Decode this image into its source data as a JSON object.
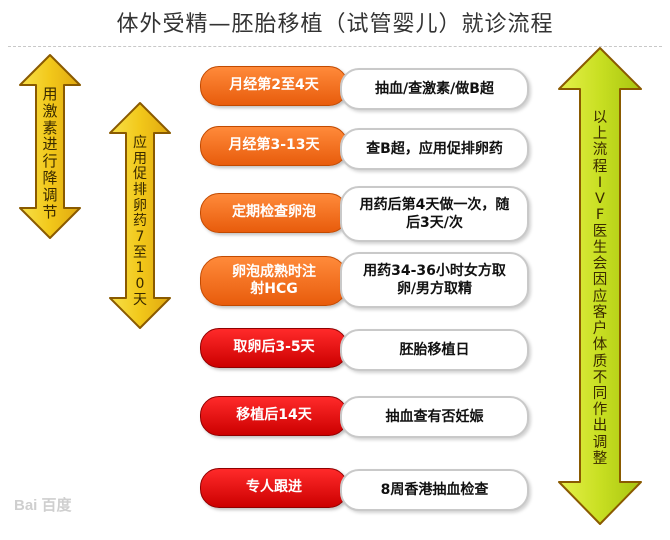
{
  "title": "体外受精—胚胎移植（试管婴儿）就诊流程",
  "left_arrow_1": {
    "chars": [
      "用",
      "激",
      "素",
      "进",
      "行",
      "降",
      "调",
      "节"
    ]
  },
  "left_arrow_2": {
    "chars": [
      "应",
      "用",
      "促",
      "排",
      "卵",
      "药",
      "7",
      "至",
      "1",
      "0",
      "天"
    ]
  },
  "right_arrow": {
    "chars": [
      "以",
      "上",
      "流",
      "程",
      "I",
      "V",
      "F",
      "医",
      "生",
      "会",
      "因",
      "应",
      "客",
      "户",
      "体",
      "质",
      "不",
      "同",
      "作",
      "出",
      "调",
      "整"
    ]
  },
  "steps": [
    {
      "label": "月经第2至4天",
      "detail": "抽血/查激素/做B超"
    },
    {
      "label": "月经第3-13天",
      "detail": "查B超，应用促排卵药"
    },
    {
      "label": "定期检查卵泡",
      "detail": "用药后第4天做一次，随后3天/次"
    },
    {
      "label": "卵泡成熟时注射HCG",
      "detail": "用药34-36小时女方取卵/男方取精"
    },
    {
      "label": "取卵后3-5天",
      "detail": "胚胎移植日"
    },
    {
      "label": "移植后14天",
      "detail": "抽血查有否妊娠"
    },
    {
      "label": "专人跟进",
      "detail": "8周香港抽血检查"
    }
  ],
  "colors": {
    "orange": "#f2701e",
    "red": "#e00000",
    "arrow_fill": "#f2d21e",
    "arrow_green": "#c8e02a",
    "arrow_stroke": "#8a5a00"
  },
  "watermark": "Bai 百度"
}
